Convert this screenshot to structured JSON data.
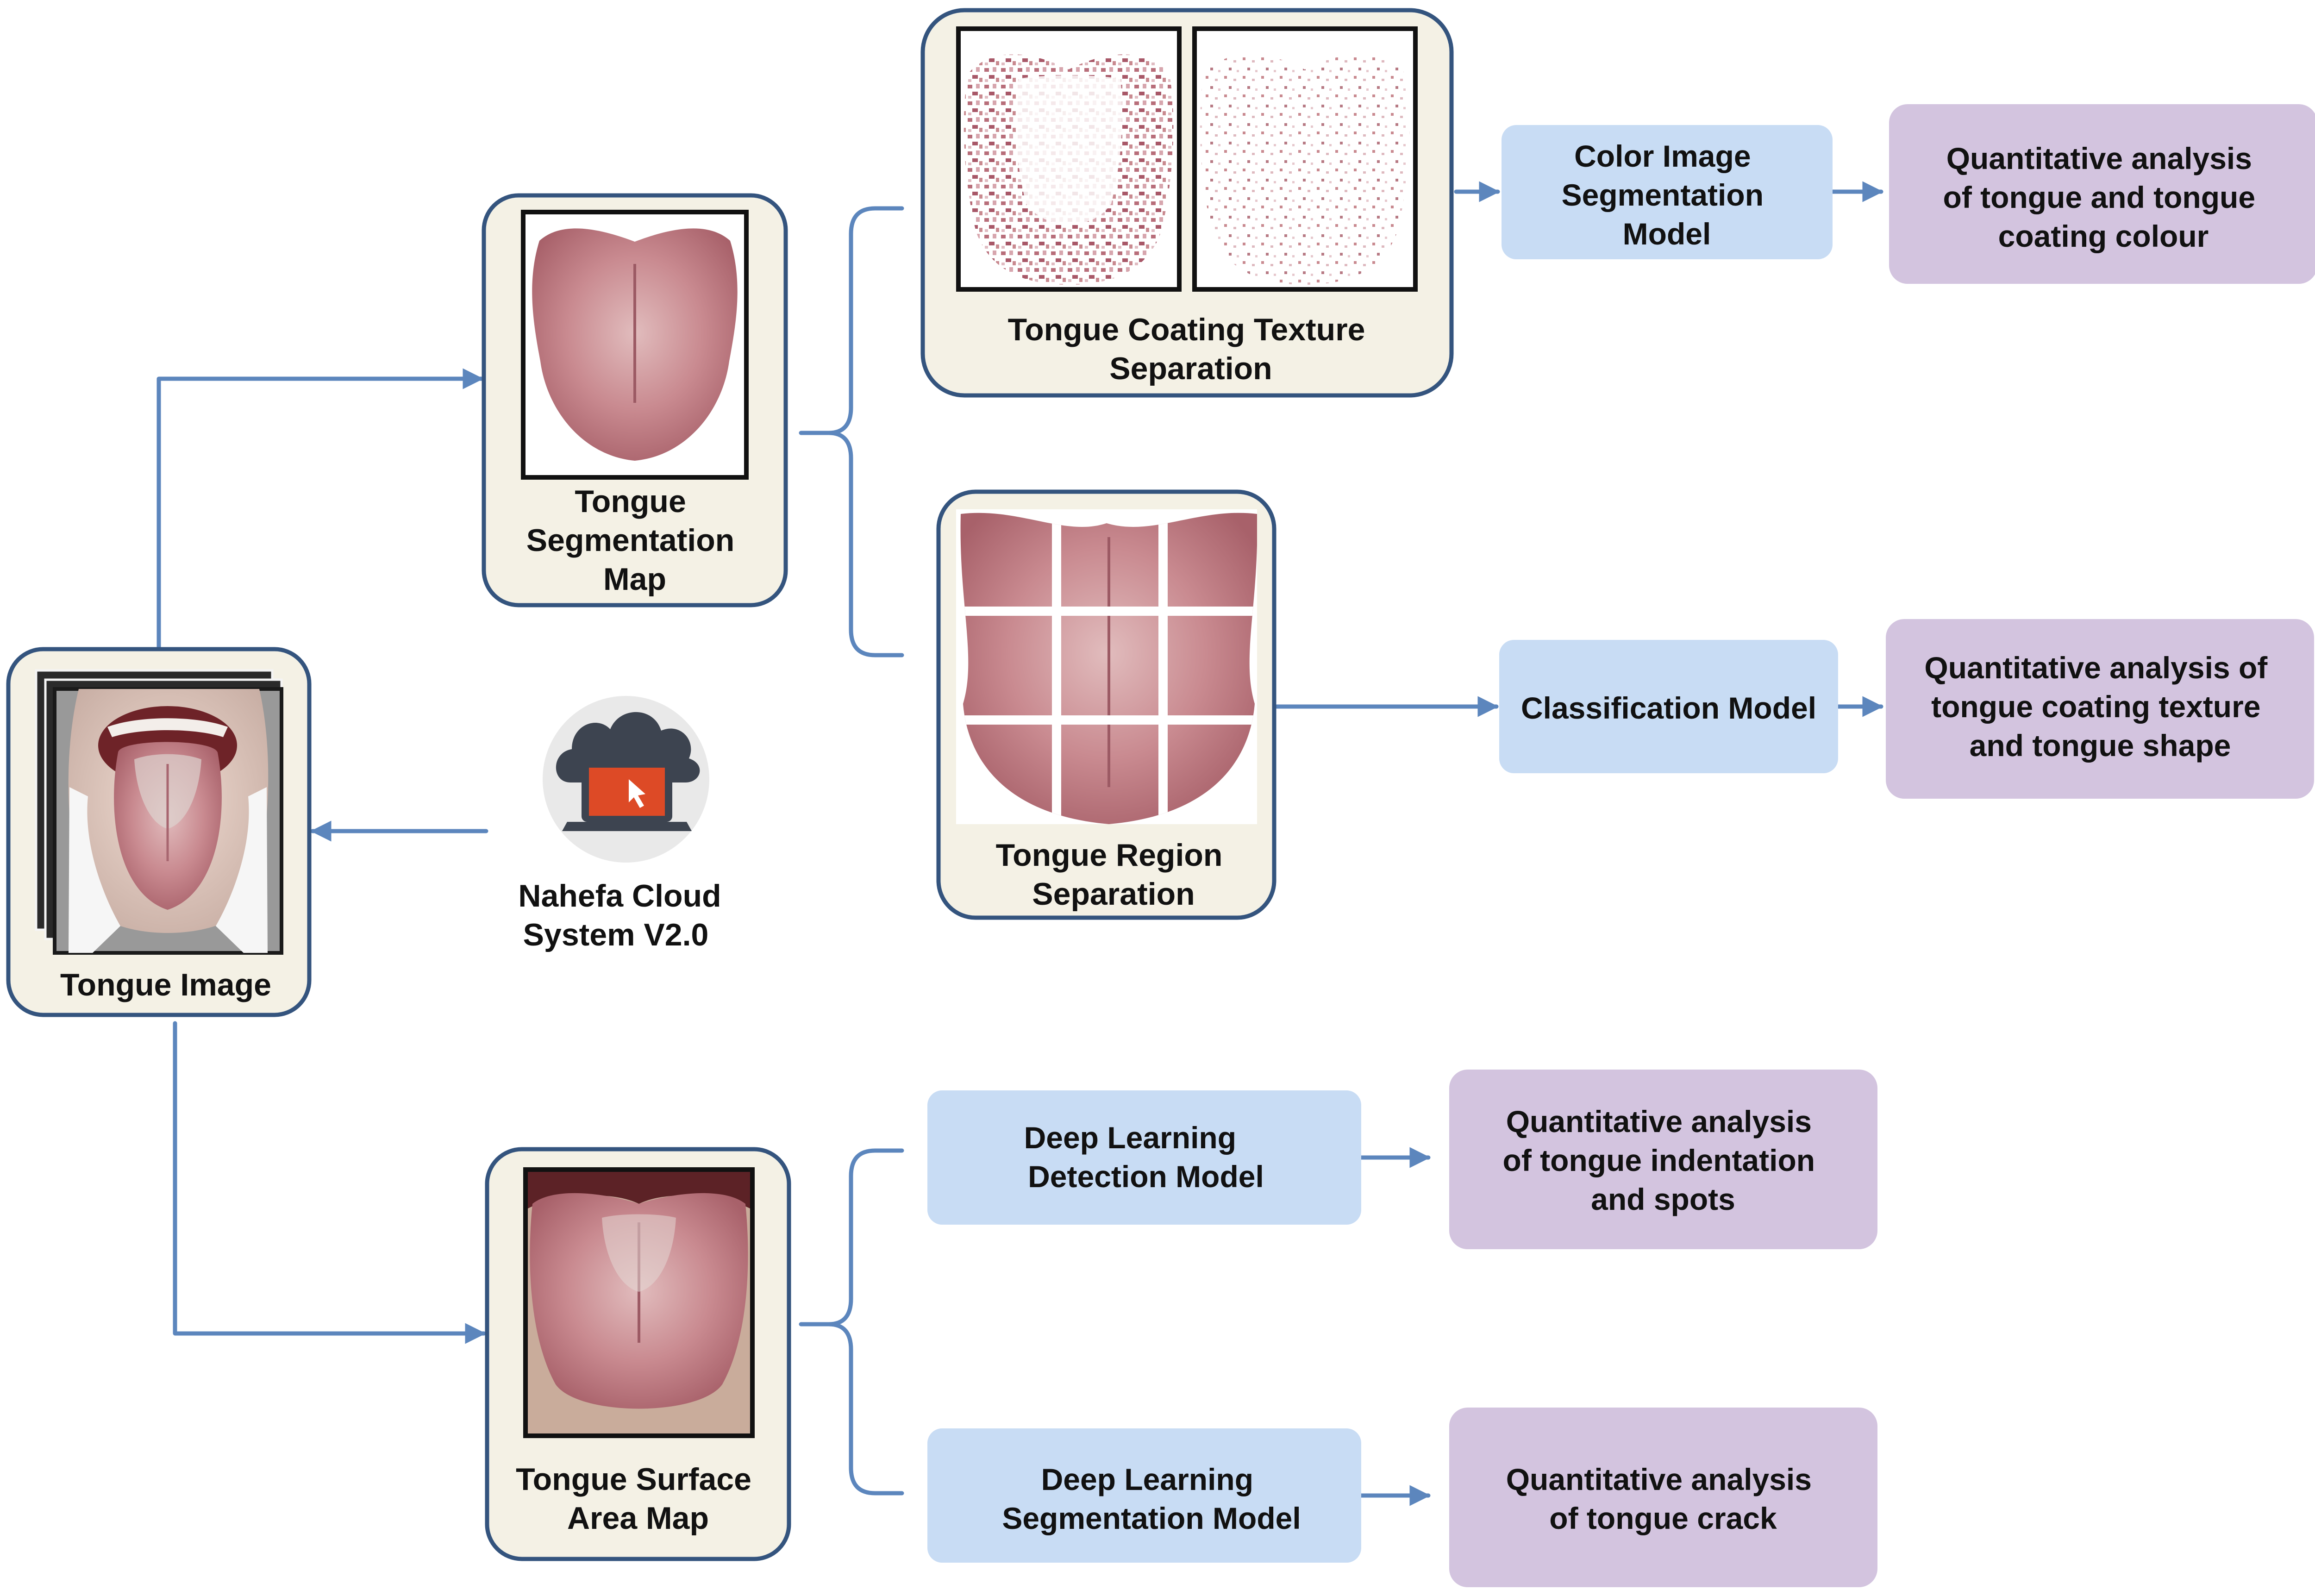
{
  "images": {
    "tongue_image": "Tongue Image",
    "segmentation_map": [
      "Tongue",
      "Segmentation",
      "Map"
    ],
    "coating_texture": [
      "Tongue Coating Texture",
      "Separation"
    ],
    "region_separation": [
      "Tongue Region",
      "Separation"
    ],
    "surface_area_map": [
      "Tongue Surface",
      "Area Map"
    ]
  },
  "cloud": {
    "icon": "cloud-laptop-icon",
    "label": [
      "Nahefa Cloud",
      "System V2.0"
    ]
  },
  "models": {
    "color_segmentation": [
      "Color Image",
      "Segmentation",
      "Model"
    ],
    "classification": [
      "Classification Model"
    ],
    "detection": [
      "Deep Learning",
      "Detection Model"
    ],
    "segmentation": [
      "Deep Learning",
      "Segmentation Model"
    ]
  },
  "results": {
    "colour": [
      "Quantitative analysis",
      "of tongue and tongue",
      "coating colour"
    ],
    "texture_shape": [
      "Quantitative analysis of",
      "tongue coating texture",
      "and tongue shape"
    ],
    "indentation_spots": [
      "Quantitative analysis",
      "of tongue indentation",
      "and spots"
    ],
    "crack": [
      "Quantitative analysis",
      "of tongue crack"
    ]
  },
  "colors": {
    "frame_fill": "#f4f1e5",
    "frame_border": "#34547e",
    "connector": "#5c86bd",
    "model_fill": "#c8dcf4",
    "result_fill": "#d3c4df",
    "tongue": "#c98a90",
    "cloud": "#3d4450",
    "laptop_screen": "#dd4a26"
  }
}
